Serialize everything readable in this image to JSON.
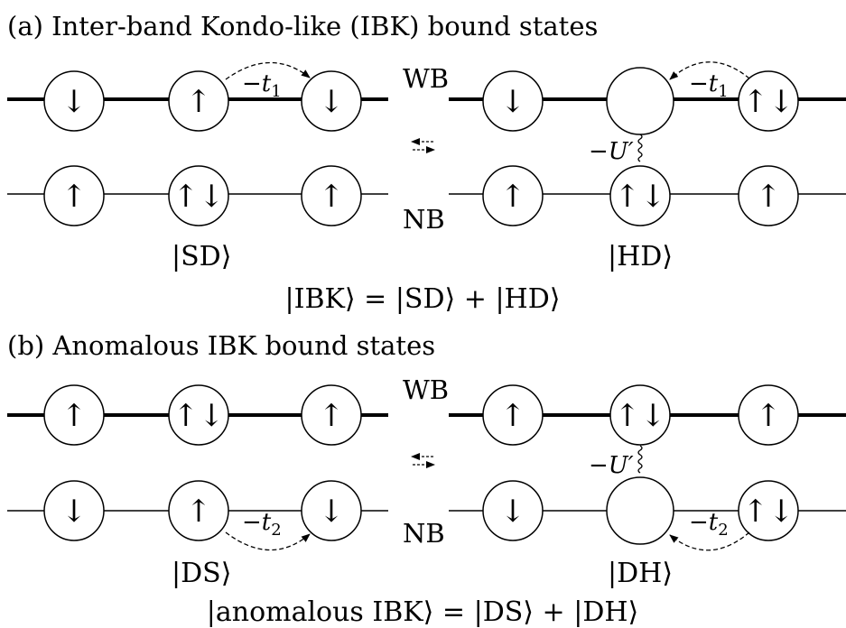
{
  "panel_a": {
    "title": "(a) Inter-band Kondo-like (IBK) bound states",
    "wb_label": "WB",
    "nb_label": "NB",
    "left": {
      "top_sites": [
        "↓",
        "↑",
        "↓"
      ],
      "bottom_sites": [
        "↑",
        "↑↓",
        "↑"
      ],
      "hop": {
        "label": "−t",
        "sub": "1"
      },
      "ket": "|SD⟩"
    },
    "right": {
      "top_sites": [
        "↓",
        "",
        "↑↓"
      ],
      "bottom_sites": [
        "↑",
        "↑↓",
        "↑"
      ],
      "hop": {
        "label": "−t",
        "sub": "1"
      },
      "interaction": "−U′",
      "ket": "|HD⟩"
    },
    "equation": "|IBK⟩ = |SD⟩ + |HD⟩"
  },
  "panel_b": {
    "title": "(b) Anomalous IBK bound states",
    "wb_label": "WB",
    "nb_label": "NB",
    "left": {
      "top_sites": [
        "↑",
        "↑↓",
        "↑"
      ],
      "bottom_sites": [
        "↓",
        "↑",
        "↓"
      ],
      "hop": {
        "label": "−t",
        "sub": "2"
      },
      "ket": "|DS⟩"
    },
    "right": {
      "top_sites": [
        "↑",
        "↑↓",
        "↑"
      ],
      "bottom_sites": [
        "↓",
        "",
        "↑↓"
      ],
      "hop": {
        "label": "−t",
        "sub": "2"
      },
      "interaction": "−U′",
      "ket": "|DH⟩"
    },
    "equation": "|anomalous IBK⟩ = |DS⟩ + |DH⟩"
  }
}
